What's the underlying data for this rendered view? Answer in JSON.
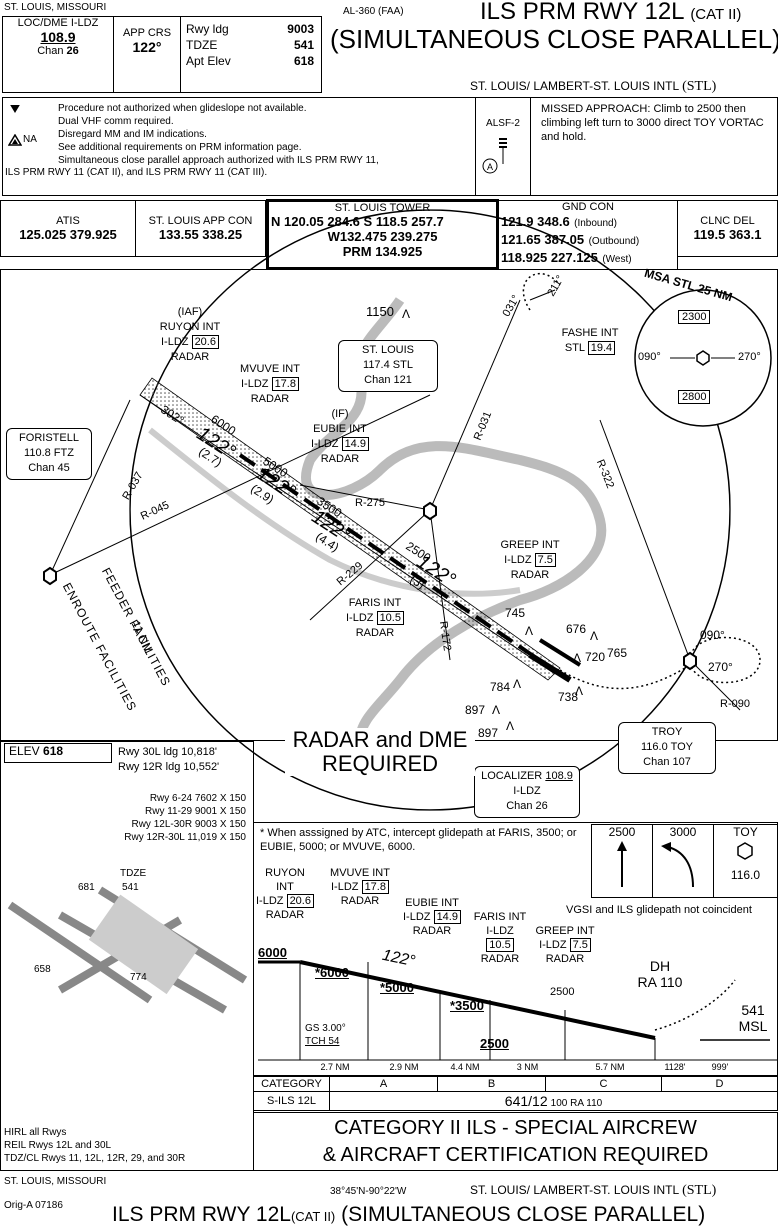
{
  "header": {
    "location": "ST. LOUIS, MISSOURI",
    "chart_id": "AL-360 (FAA)",
    "title_line1": "ILS PRM RWY 12L",
    "title_cat": "(CAT II)",
    "title_line2": "(SIMULTANEOUS CLOSE PARALLEL)",
    "airport": "ST. LOUIS/ LAMBERT-ST. LOUIS INTL",
    "airport_id": "(STL)"
  },
  "briefing": {
    "loc_label": "LOC/DME I-LDZ",
    "loc_freq": "108.9",
    "chan_label": "Chan",
    "chan_value": "26",
    "app_crs_label": "APP CRS",
    "app_crs_value": "122°",
    "rwy_ldg_label": "Rwy ldg",
    "rwy_ldg_value": "9003",
    "tdze_label": "TDZE",
    "tdze_value": "541",
    "apt_elev_label": "Apt Elev",
    "apt_elev_value": "618"
  },
  "notes": {
    "n1": "Procedure not authorized when glideslope not available.",
    "n2": "Dual VHF comm required.",
    "n3": "Disregard MM and IM indications.",
    "n4": "See additional requirements on PRM information page.",
    "n5": "Simultaneous close parallel approach authorized with ILS PRM RWY 11,",
    "n6": "ILS PRM RWY 11 (CAT II), and ILS PRM RWY 11 (CAT III).",
    "na_label": "NA",
    "alsf_label": "ALSF-2",
    "alsf_letter": "A",
    "missed_approach": "MISSED APPROACH: Climb to 2500 then climbing left turn to 3000 direct TOY VORTAC and hold."
  },
  "comms": {
    "atis_label": "ATIS",
    "atis_freq": "125.025 379.925",
    "app_con_label": "ST. LOUIS APP CON",
    "app_con_freq": "133.55 338.25",
    "tower_label": "ST. LOUIS TOWER",
    "tower_n": "N 120.05  284.6",
    "tower_s": "S 118.5  257.7",
    "tower_w": "W132.475  239.275",
    "tower_prm": "PRM 134.925",
    "gnd_label": "GND CON",
    "gnd_l1": "121.9  348.6",
    "gnd_l1_note": "(Inbound)",
    "gnd_l2": "121.65  387.05",
    "gnd_l2_note": "(Outbound)",
    "gnd_l3": "118.925  227.125",
    "gnd_l3_note": "(West)",
    "clnc_label": "CLNC DEL",
    "clnc_freq": "119.5  363.1"
  },
  "plan": {
    "msa_label": "MSA STL 25 NM",
    "msa_2300": "2300",
    "msa_2800": "2800",
    "msa_090": "090°",
    "msa_270": "270°",
    "alt_1150": "1150",
    "iaf_label": "(IAF)",
    "ruyon_name": "RUYON INT",
    "ruyon_ildz": "I-LDZ",
    "ruyon_dme": "20.6",
    "ruyon_radar": "RADAR",
    "mvuve_name": "MVUVE INT",
    "mvuve_ildz": "I-LDZ",
    "mvuve_dme": "17.8",
    "mvuve_radar": "RADAR",
    "if_label": "(IF)",
    "eubie_name": "EUBIE INT",
    "eubie_ildz": "I-LDZ",
    "eubie_dme": "14.9",
    "eubie_radar": "RADAR",
    "greep_name": "GREEP INT",
    "greep_ildz": "I-LDZ",
    "greep_dme": "7.5",
    "greep_radar": "RADAR",
    "faris_name": "FARIS INT",
    "faris_ildz": "I-LDZ",
    "faris_dme": "10.5",
    "faris_radar": "RADAR",
    "fashe_name": "FASHE INT",
    "fashe_stl": "STL",
    "fashe_dme": "19.4",
    "stl_name": "ST. LOUIS",
    "stl_freq": "117.4  STL",
    "stl_chan": "Chan 121",
    "foristell_name": "FORISTELL",
    "foristell_freq": "110.8  FTZ",
    "foristell_chan": "Chan 45",
    "troy_name": "TROY",
    "troy_freq": "116.0  TOY",
    "troy_chan": "Chan 107",
    "loc_name": "LOCALIZER",
    "loc_freq": "108.9",
    "loc_ildz": "I-LDZ",
    "loc_chan": "Chan 26",
    "radial_031_top": "031°",
    "radial_211": "211°",
    "r031": "R-031",
    "r322": "R-322",
    "r037": "R-037",
    "r045": "R-045",
    "r275": "R-275",
    "r229": "R-229",
    "r172": "R-172",
    "r090": "R-090",
    "hold_090": "090°",
    "hold_270": "270°",
    "crs_302": "302°",
    "crs_122": "122°",
    "alt_6000": "6000",
    "alt_5000": "5000",
    "alt_3500": "3500",
    "alt_2500": "2500",
    "d_27": "(2.7)",
    "d_29": "(2.9)",
    "d_44": "(4.4)",
    "d_3": "(3)",
    "obs_745": "745",
    "obs_676": "676",
    "obs_720": "720",
    "obs_765": "765",
    "obs_784": "784",
    "obs_738": "738",
    "obs_897a": "897",
    "obs_897b": "897",
    "nm_11": "11 NM",
    "feeder": "FEEDER FACILITIES",
    "enroute": "ENROUTE FACILITIES",
    "radar_dme": "RADAR and DME REQUIRED"
  },
  "airport": {
    "elev_label": "ELEV",
    "elev_value": "618",
    "rwy30l_ldg": "Rwy 30L ldg 10,818'",
    "rwy12r_ldg": "Rwy 12R ldg 10,552'",
    "rwy_624": "Rwy 6-24 7602 X 150",
    "rwy_1129": "Rwy 11-29 9001 X 150",
    "rwy_12l30r": "Rwy 12L-30R 9003 X 150",
    "rwy_12r30l": "Rwy 12R-30L 11,019 X 150",
    "tdze_label": "TDZE",
    "tdze_value": "541",
    "elev_681": "681",
    "elev_658": "658",
    "elev_774": "774",
    "lights_hirl": "HIRL all Rwys",
    "lights_reil": "REIL Rwys 12L and 30L",
    "lights_tdz": "TDZ/CL Rwys 11, 12L, 12R, 29, and 30R"
  },
  "profile": {
    "note": "* When asssigned by ATC, intercept glidepath at FARIS, 3500; or EUBIE, 5000; or MVUVE, 6000.",
    "icon_alt1": "2500",
    "icon_alt2": "3000",
    "icon_toy": "TOY",
    "icon_toy_freq": "116.0",
    "ruyon": "RUYON INT",
    "ruyon_ildz": "I-LDZ",
    "ruyon_dme": "20.6",
    "ruyon_radar": "RADAR",
    "mvuve": "MVUVE INT",
    "mvuve_ildz": "I-LDZ",
    "mvuve_dme": "17.8",
    "mvuve_radar": "RADAR",
    "eubie": "EUBIE INT",
    "eubie_ildz": "I-LDZ",
    "eubie_dme": "14.9",
    "eubie_radar": "RADAR",
    "faris": "FARIS INT",
    "faris_ildz": "I-LDZ",
    "faris_dme": "10.5",
    "faris_radar": "RADAR",
    "greep": "GREEP INT",
    "greep_ildz": "I-LDZ",
    "greep_dme": "7.5",
    "greep_radar": "RADAR",
    "vgsi_note": "VGSI and ILS glidepath not coincident",
    "alt_6000": "6000",
    "alt_6000b": "*6000",
    "alt_5000": "*5000",
    "alt_3500": "*3500",
    "alt_2500": "2500",
    "alt_2500b": "2500",
    "crs_122": "122°",
    "dh": "DH",
    "ra110": "RA 110",
    "msl_alt": "541",
    "msl": "MSL",
    "gs": "GS 3.00°",
    "tch": "TCH 54",
    "dist_27": "2.7 NM",
    "dist_29": "2.9 NM",
    "dist_44": "4.4 NM",
    "dist_3": "3 NM",
    "dist_57": "5.7 NM",
    "dist_1128": "1128'",
    "dist_999": "999'"
  },
  "minimums": {
    "category_label": "CATEGORY",
    "cats": [
      "A",
      "B",
      "C",
      "D"
    ],
    "row_label": "S-ILS 12L",
    "row_value": "641/12",
    "row_sub": "100 RA 110",
    "cert_line1": "CATEGORY II ILS - SPECIAL AIRCREW",
    "cert_line2": "& AIRCRAFT CERTIFICATION REQUIRED"
  },
  "footer": {
    "location": "ST. LOUIS, MISSOURI",
    "orig": "Orig-A  07186",
    "coords": "38°45'N-90°22'W",
    "airport": "ST. LOUIS/ LAMBERT-ST. LOUIS INTL",
    "airport_id": "(STL)",
    "title": "ILS PRM RWY 12L",
    "title_cat": "(CAT II)",
    "title_2": "(SIMULTANEOUS CLOSE PARALLEL)"
  }
}
